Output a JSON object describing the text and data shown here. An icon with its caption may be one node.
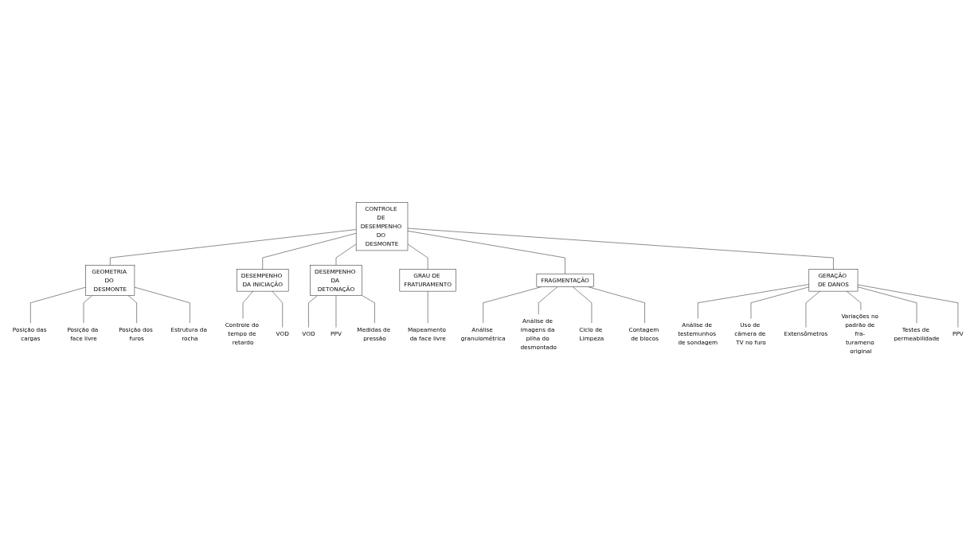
{
  "diagram": {
    "nodes": [
      {
        "text": [
          "CONTROLE DE DESEMPENHO DO DESMONTE"
        ]
      },
      {
        "text": [
          "GEOMETRIA DO DESMONTE"
        ]
      },
      {
        "text": [
          "DESEMPENHO DA INICIAÇÃO"
        ]
      },
      {
        "text": [
          "DESEMPENHO DA DETONAÇÃO"
        ]
      },
      {
        "text": [
          "GRAU DE FRATURAMENTO"
        ]
      },
      {
        "text": [
          "FRAGMENTAÇÃO"
        ]
      },
      {
        "text": [
          "GERAÇÃO DE DANOS"
        ]
      },
      {
        "text": [
          "Posição das cargas"
        ]
      },
      {
        "text": [
          "Posição da face livre"
        ]
      },
      {
        "text": [
          "Posição dos furos"
        ]
      },
      {
        "text": [
          "Estrutura da rocha"
        ]
      },
      {
        "text": [
          "Controle do tempo de retardo"
        ]
      },
      {
        "text": [
          "VOD"
        ]
      },
      {
        "text": [
          "VOD"
        ]
      },
      {
        "text": [
          "PPV"
        ]
      },
      {
        "text": [
          "Medidas de pressão"
        ]
      },
      {
        "text": [
          "Mapeamento da face livre"
        ]
      },
      {
        "text": [
          "Análise granulométrica"
        ]
      },
      {
        "text": [
          "Análise de imagens da pilha do desmontado"
        ]
      },
      {
        "text": [
          "Ciclo de Limpeza"
        ]
      },
      {
        "text": [
          "Contagem de blocos"
        ]
      },
      {
        "text": [
          "Análise de testemunhos de sondagem"
        ]
      },
      {
        "text": [
          "Uso de câmera de TV no furo"
        ]
      },
      {
        "text": [
          "Extensômetros"
        ]
      },
      {
        "text": [
          "Variações no padrão de fra- turameno original"
        ]
      },
      {
        "text": [
          "Testes de permeabilidade"
        ]
      },
      {
        "text": [
          "PPV"
        ]
      }
    ],
    "edges": [
      {
        "from": 0,
        "to": 1,
        "arrow": "none"
      },
      {
        "from": 0,
        "to": 2,
        "arrow": "none"
      },
      {
        "from": 0,
        "to": 3,
        "arrow": "none"
      },
      {
        "from": 0,
        "to": 4,
        "arrow": "none"
      },
      {
        "from": 0,
        "to": 5,
        "arrow": "none"
      },
      {
        "from": 0,
        "to": 6,
        "arrow": "none"
      },
      {
        "from": 1,
        "to": 7,
        "arrow": "none"
      },
      {
        "from": 1,
        "to": 8,
        "arrow": "none"
      },
      {
        "from": 1,
        "to": 9,
        "arrow": "none"
      },
      {
        "from": 1,
        "to": 10,
        "arrow": "none"
      },
      {
        "from": 2,
        "to": 11,
        "arrow": "none"
      },
      {
        "from": 2,
        "to": 12,
        "arrow": "none"
      },
      {
        "from": 3,
        "to": 13,
        "arrow": "none"
      },
      {
        "from": 3,
        "to": 14,
        "arrow": "none"
      },
      {
        "from": 3,
        "to": 15,
        "arrow": "none"
      },
      {
        "from": 4,
        "to": 16,
        "arrow": "none"
      },
      {
        "from": 5,
        "to": 17,
        "arrow": "none"
      },
      {
        "from": 5,
        "to": 18,
        "arrow": "none"
      },
      {
        "from": 5,
        "to": 19,
        "arrow": "none"
      },
      {
        "from": 5,
        "to": 20,
        "arrow": "none"
      },
      {
        "from": 6,
        "to": 21,
        "arrow": "none"
      },
      {
        "from": 6,
        "to": 22,
        "arrow": "none"
      },
      {
        "from": 6,
        "to": 23,
        "arrow": "none"
      },
      {
        "from": 6,
        "to": 24,
        "arrow": "none"
      },
      {
        "from": 6,
        "to": 25,
        "arrow": "none"
      },
      {
        "from": 6,
        "to": 26,
        "arrow": "none"
      }
    ]
  }
}
